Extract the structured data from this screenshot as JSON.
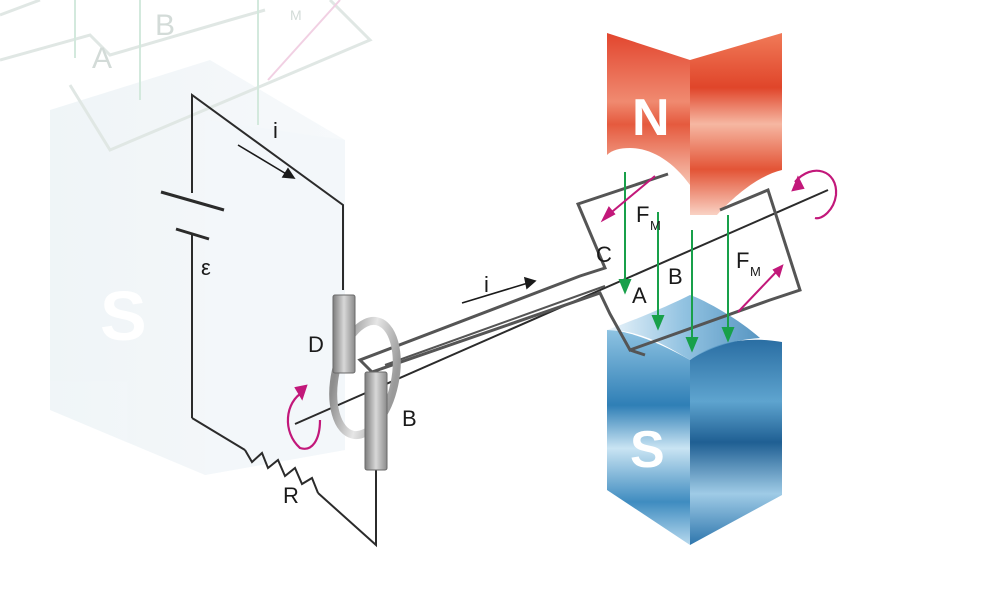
{
  "labels": {
    "current_top": "i",
    "current_mid": "i",
    "emf": "ε",
    "resistor": "R",
    "brush_d": "D",
    "brush_b": "B",
    "side_c": "C",
    "side_a": "A",
    "side_b": "B",
    "force_left": "F",
    "force_left_sub": "M",
    "force_right": "F",
    "force_right_sub": "M",
    "north": "N",
    "south": "S"
  },
  "ghost": {
    "letter_a": "A",
    "letter_b": "B",
    "force_sub": "M",
    "south": "S"
  },
  "colors": {
    "wire": "#2b2b2b",
    "loop": "#555555",
    "field_arrow": "#18a04a",
    "force_arrow": "#c2187a",
    "rotation_arrow": "#c2187a",
    "north_top": "#e8503a",
    "south_top": "#3f86b8"
  }
}
